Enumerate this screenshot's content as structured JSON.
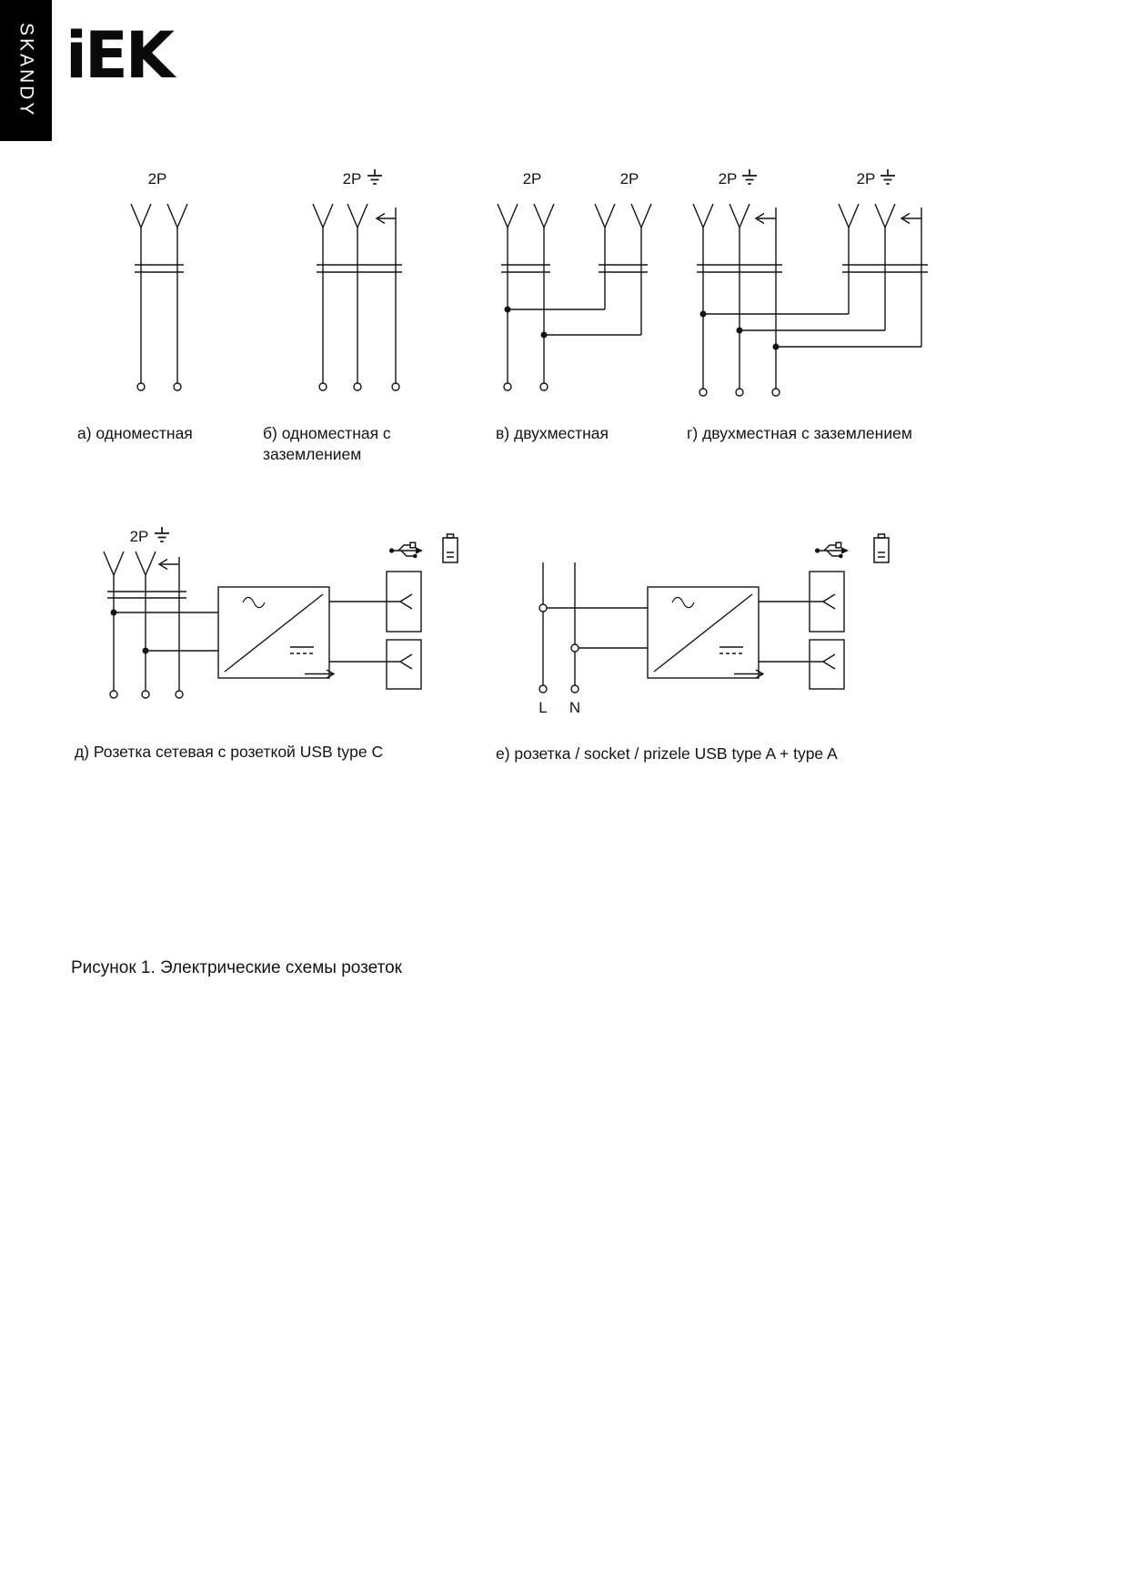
{
  "page": {
    "series_tab": "SKANDY",
    "logo": "iEK",
    "figure_caption": "Рисунок 1. Электрические схемы розеток"
  },
  "diagrams": {
    "a": {
      "pole_label": "2P",
      "caption": "а) одноместная"
    },
    "b": {
      "pole_label": "2P",
      "caption": "б) одноместная с заземлением"
    },
    "v": {
      "pole_label_1": "2P",
      "pole_label_2": "2P",
      "caption": "в) двухместная"
    },
    "g": {
      "pole_label_1": "2P",
      "pole_label_2": "2P",
      "caption": "г) двухместная с заземлением"
    },
    "d": {
      "pole_label": "2P",
      "caption": "д) Розетка сетевая с розеткой USB type C"
    },
    "e": {
      "line_label": "L",
      "neutral_label": "N",
      "caption": "е) розетка / socket / prizele USB type A + type A"
    }
  }
}
